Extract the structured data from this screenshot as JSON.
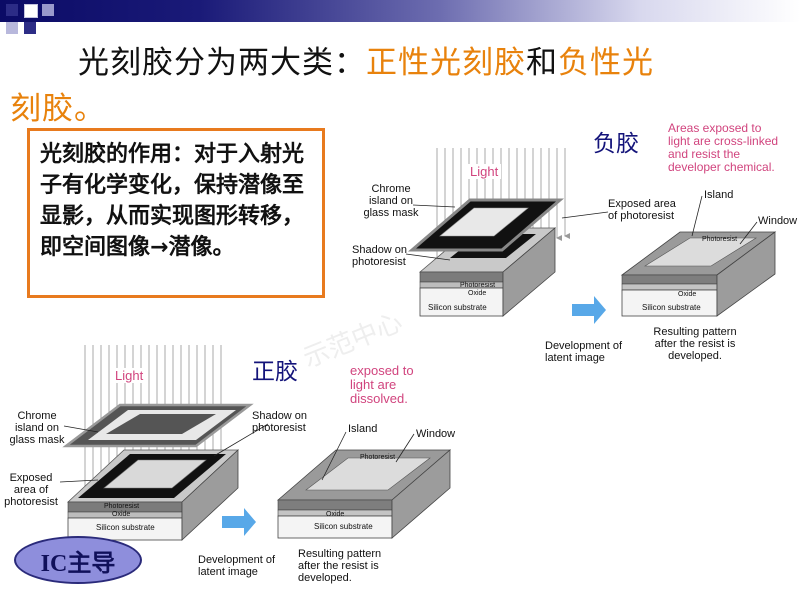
{
  "title": {
    "part1": "光刻胶分为两大类：",
    "positive_resist": "正性光刻胶",
    "conjunction": "和",
    "negative_resist_line1": "负性光",
    "negative_resist_line2": "刻胶",
    "end_punct": "。"
  },
  "callout": {
    "text": "光刻胶的作用：对于入射光子有化学变化，保持潜像至显影，从而实现图形转移，即空间图像",
    "arrow": "→",
    "text_end": "潜像。"
  },
  "negative": {
    "label": "负胶",
    "note_lines": [
      "Areas exposed to",
      "light are cross-linked",
      "and resist the",
      "developer chemical."
    ],
    "light": "Light",
    "chrome_lines": [
      "Chrome",
      "island on",
      "glass mask"
    ],
    "shadow_lines": [
      "Shadow on",
      "photoresist"
    ],
    "exposed_lines": [
      "Exposed area",
      "of photoresist"
    ],
    "island": "Island",
    "window": "Window",
    "layer_photoresist": "Photoresist",
    "layer_oxide": "Oxide",
    "layer_silicon": "Silicon substrate",
    "dev_lines": [
      "Development of",
      "latent image"
    ],
    "result_lines": [
      "Resulting pattern",
      "after the resist is",
      "developed."
    ]
  },
  "positive": {
    "label": "正胶",
    "note_lines": [
      "exposed to",
      "light are",
      "dissolved."
    ],
    "light": "Light",
    "chrome_lines": [
      "Chrome",
      "island on",
      "glass mask"
    ],
    "exposed_lines": [
      "Exposed",
      "area of",
      "photoresist"
    ],
    "shadow_lines": [
      "Shadow on",
      "photoresist"
    ],
    "island": "Island",
    "window": "Window",
    "layer_photoresist": "Photoresist",
    "layer_oxide": "Oxide",
    "layer_silicon": "Silicon substrate",
    "dev_lines": [
      "Development of",
      "latent image"
    ],
    "result_lines": [
      "Resulting pattern",
      "after the resist is",
      "developed."
    ]
  },
  "badge": "IC主导",
  "colors": {
    "orange": "#e8820c",
    "navy": "#13137a",
    "pink": "#d1447e",
    "callout_border": "#e87a1e",
    "arrow_blue": "#58a8e8"
  }
}
